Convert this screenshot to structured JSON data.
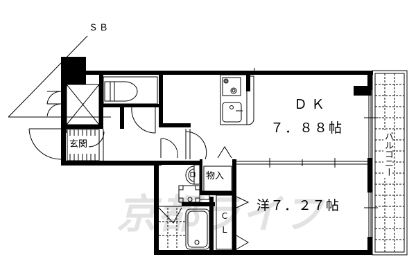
{
  "floorplan": {
    "watermark": "京都ライフ",
    "labels": {
      "sb": "ＳＢ",
      "entrance": "玄関",
      "dk_name": "ＤＫ",
      "dk_size": "７．８８帖",
      "storage": "物入",
      "western_room": "洋７．２７帖",
      "closet_c": "Ｃ",
      "closet_l": "Ｌ",
      "balcony": "バルコニー"
    },
    "rooms": [
      {
        "name": "DK",
        "size_jo": 7.88
      },
      {
        "name": "洋室",
        "size_jo": 7.27
      },
      {
        "name": "玄関"
      },
      {
        "name": "物入"
      },
      {
        "name": "CL"
      },
      {
        "name": "バルコニー"
      }
    ],
    "colors": {
      "wall": "#000000",
      "background": "#ffffff",
      "watermark": "#d9d9d9"
    }
  }
}
